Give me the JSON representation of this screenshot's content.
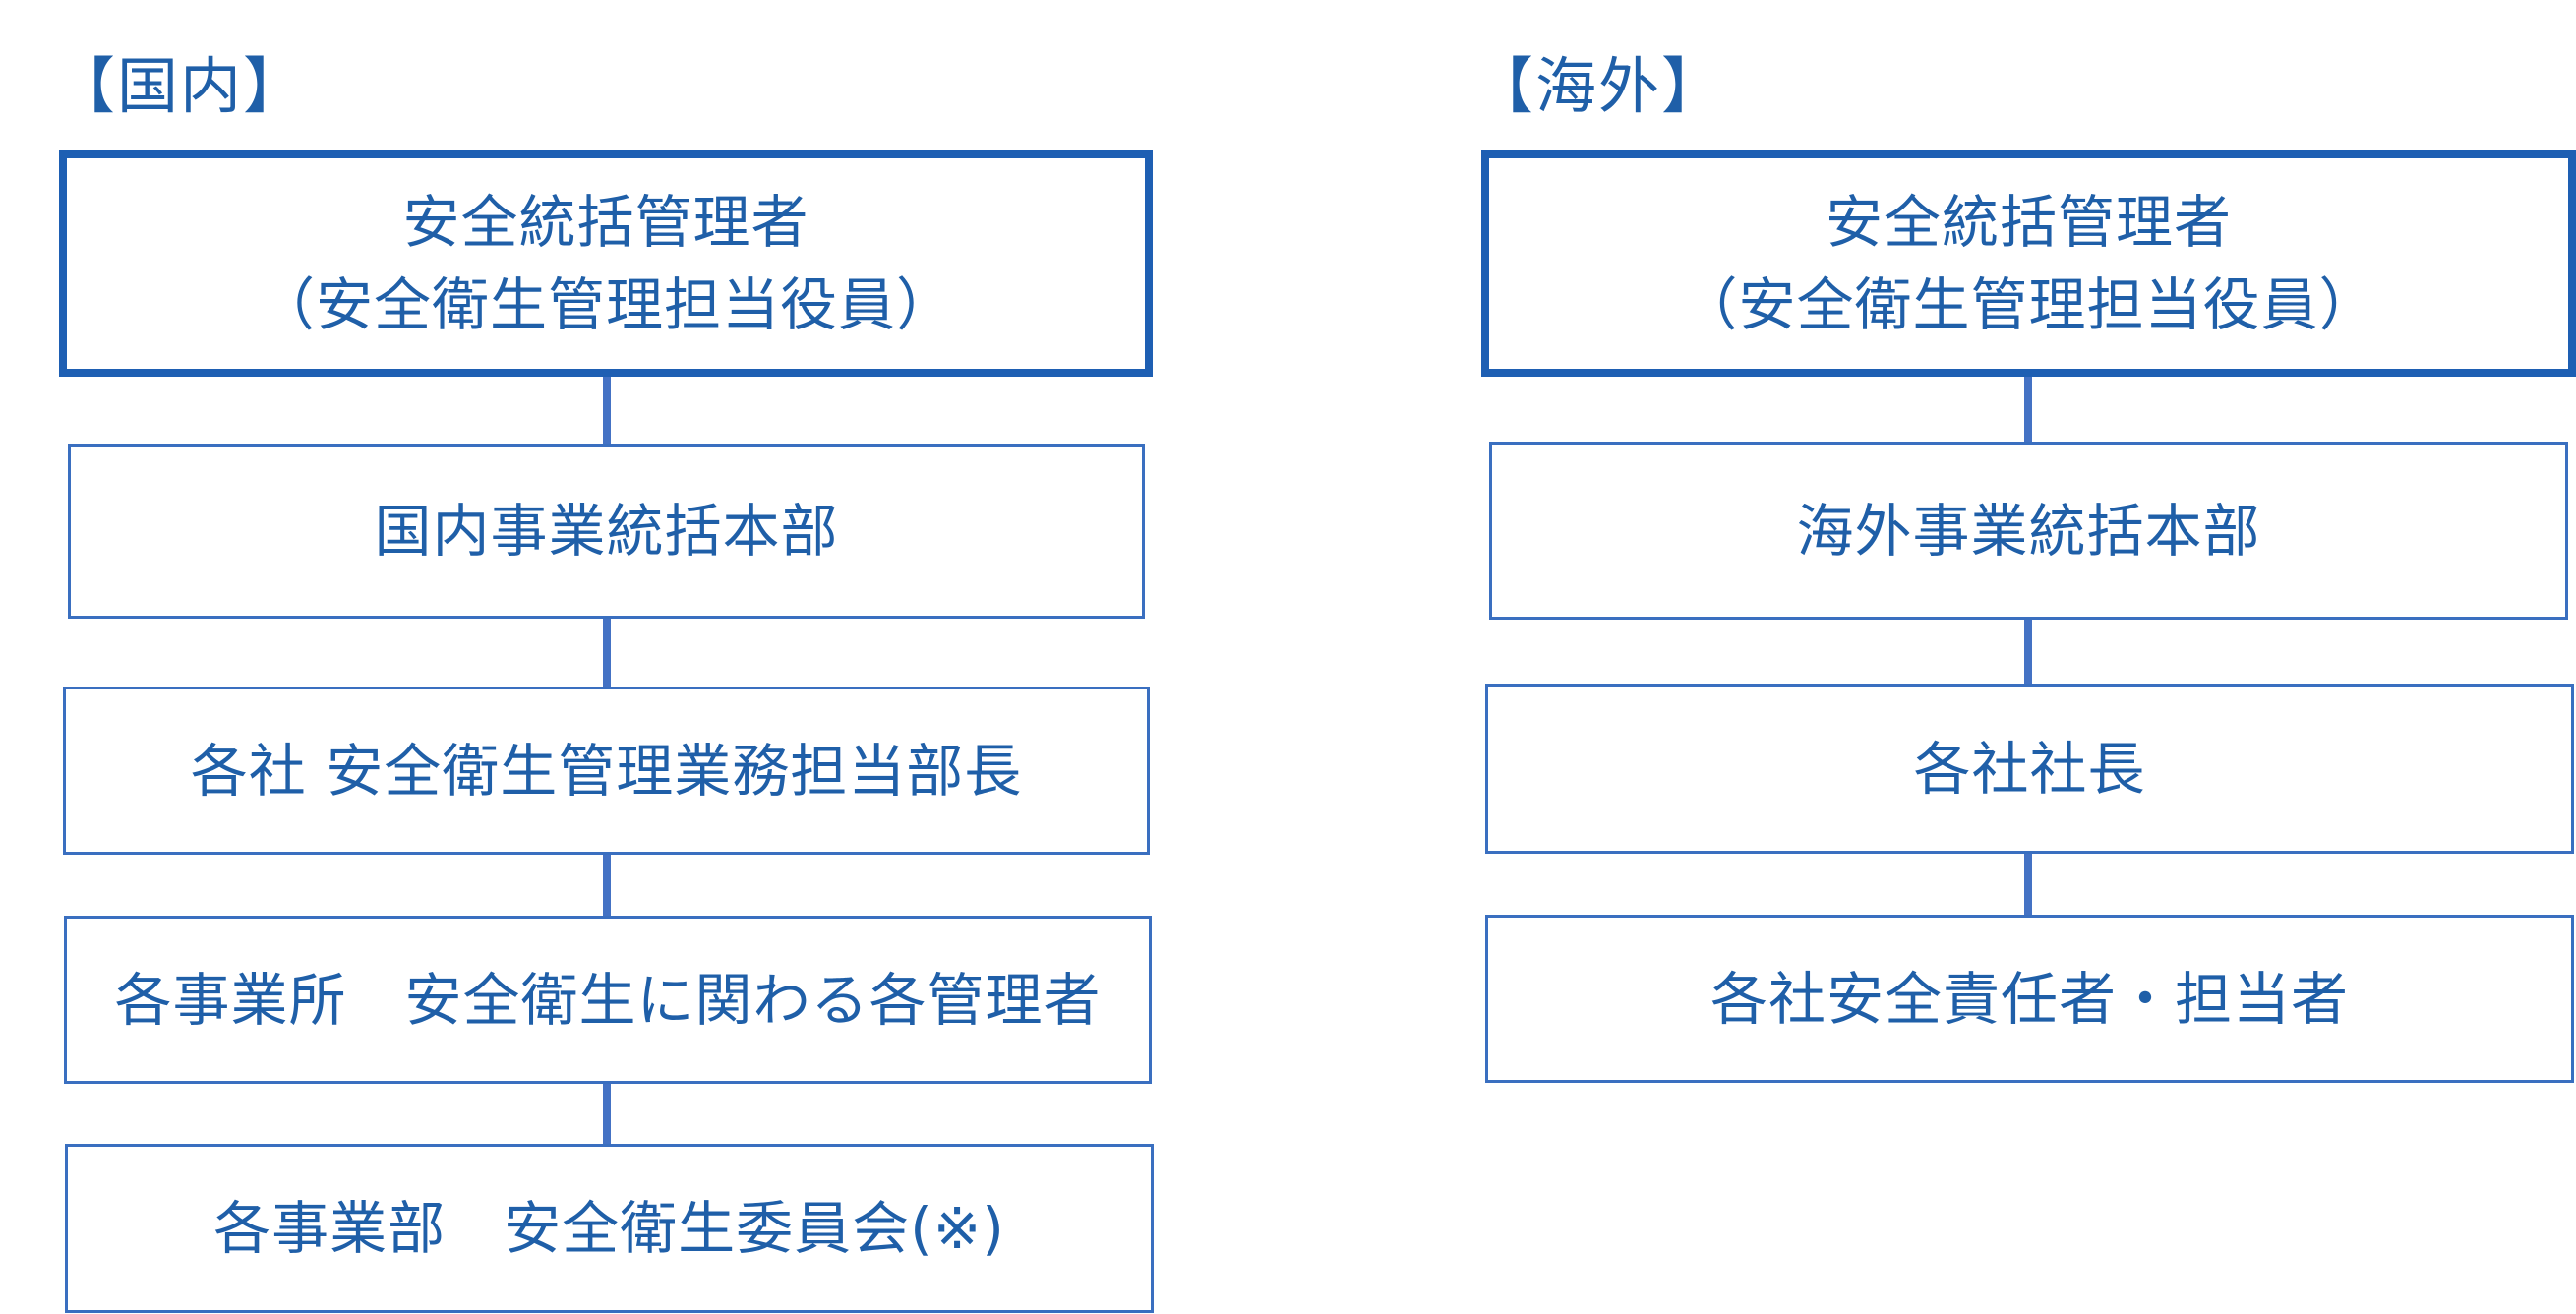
{
  "domestic": {
    "title": "【国内】",
    "top_line1": "安全統括管理者",
    "top_line2": "（安全衛生管理担当役員）",
    "level2": "国内事業統括本部",
    "level3": "各社 安全衛生管理業務担当部長",
    "level4": "各事業所　安全衛生に関わる各管理者",
    "level5": "各事業部　安全衛生委員会(※)"
  },
  "overseas": {
    "title": "【海外】",
    "top_line1": "安全統括管理者",
    "top_line2": "（安全衛生管理担当役員）",
    "level2": "海外事業統括本部",
    "level3": "各社社長",
    "level4": "各社安全責任者・担当者"
  },
  "colors": {
    "text": "#1f5fa8",
    "border": "#3a6fc0",
    "top_border": "#1e5fb3",
    "connector": "#4472c4"
  }
}
